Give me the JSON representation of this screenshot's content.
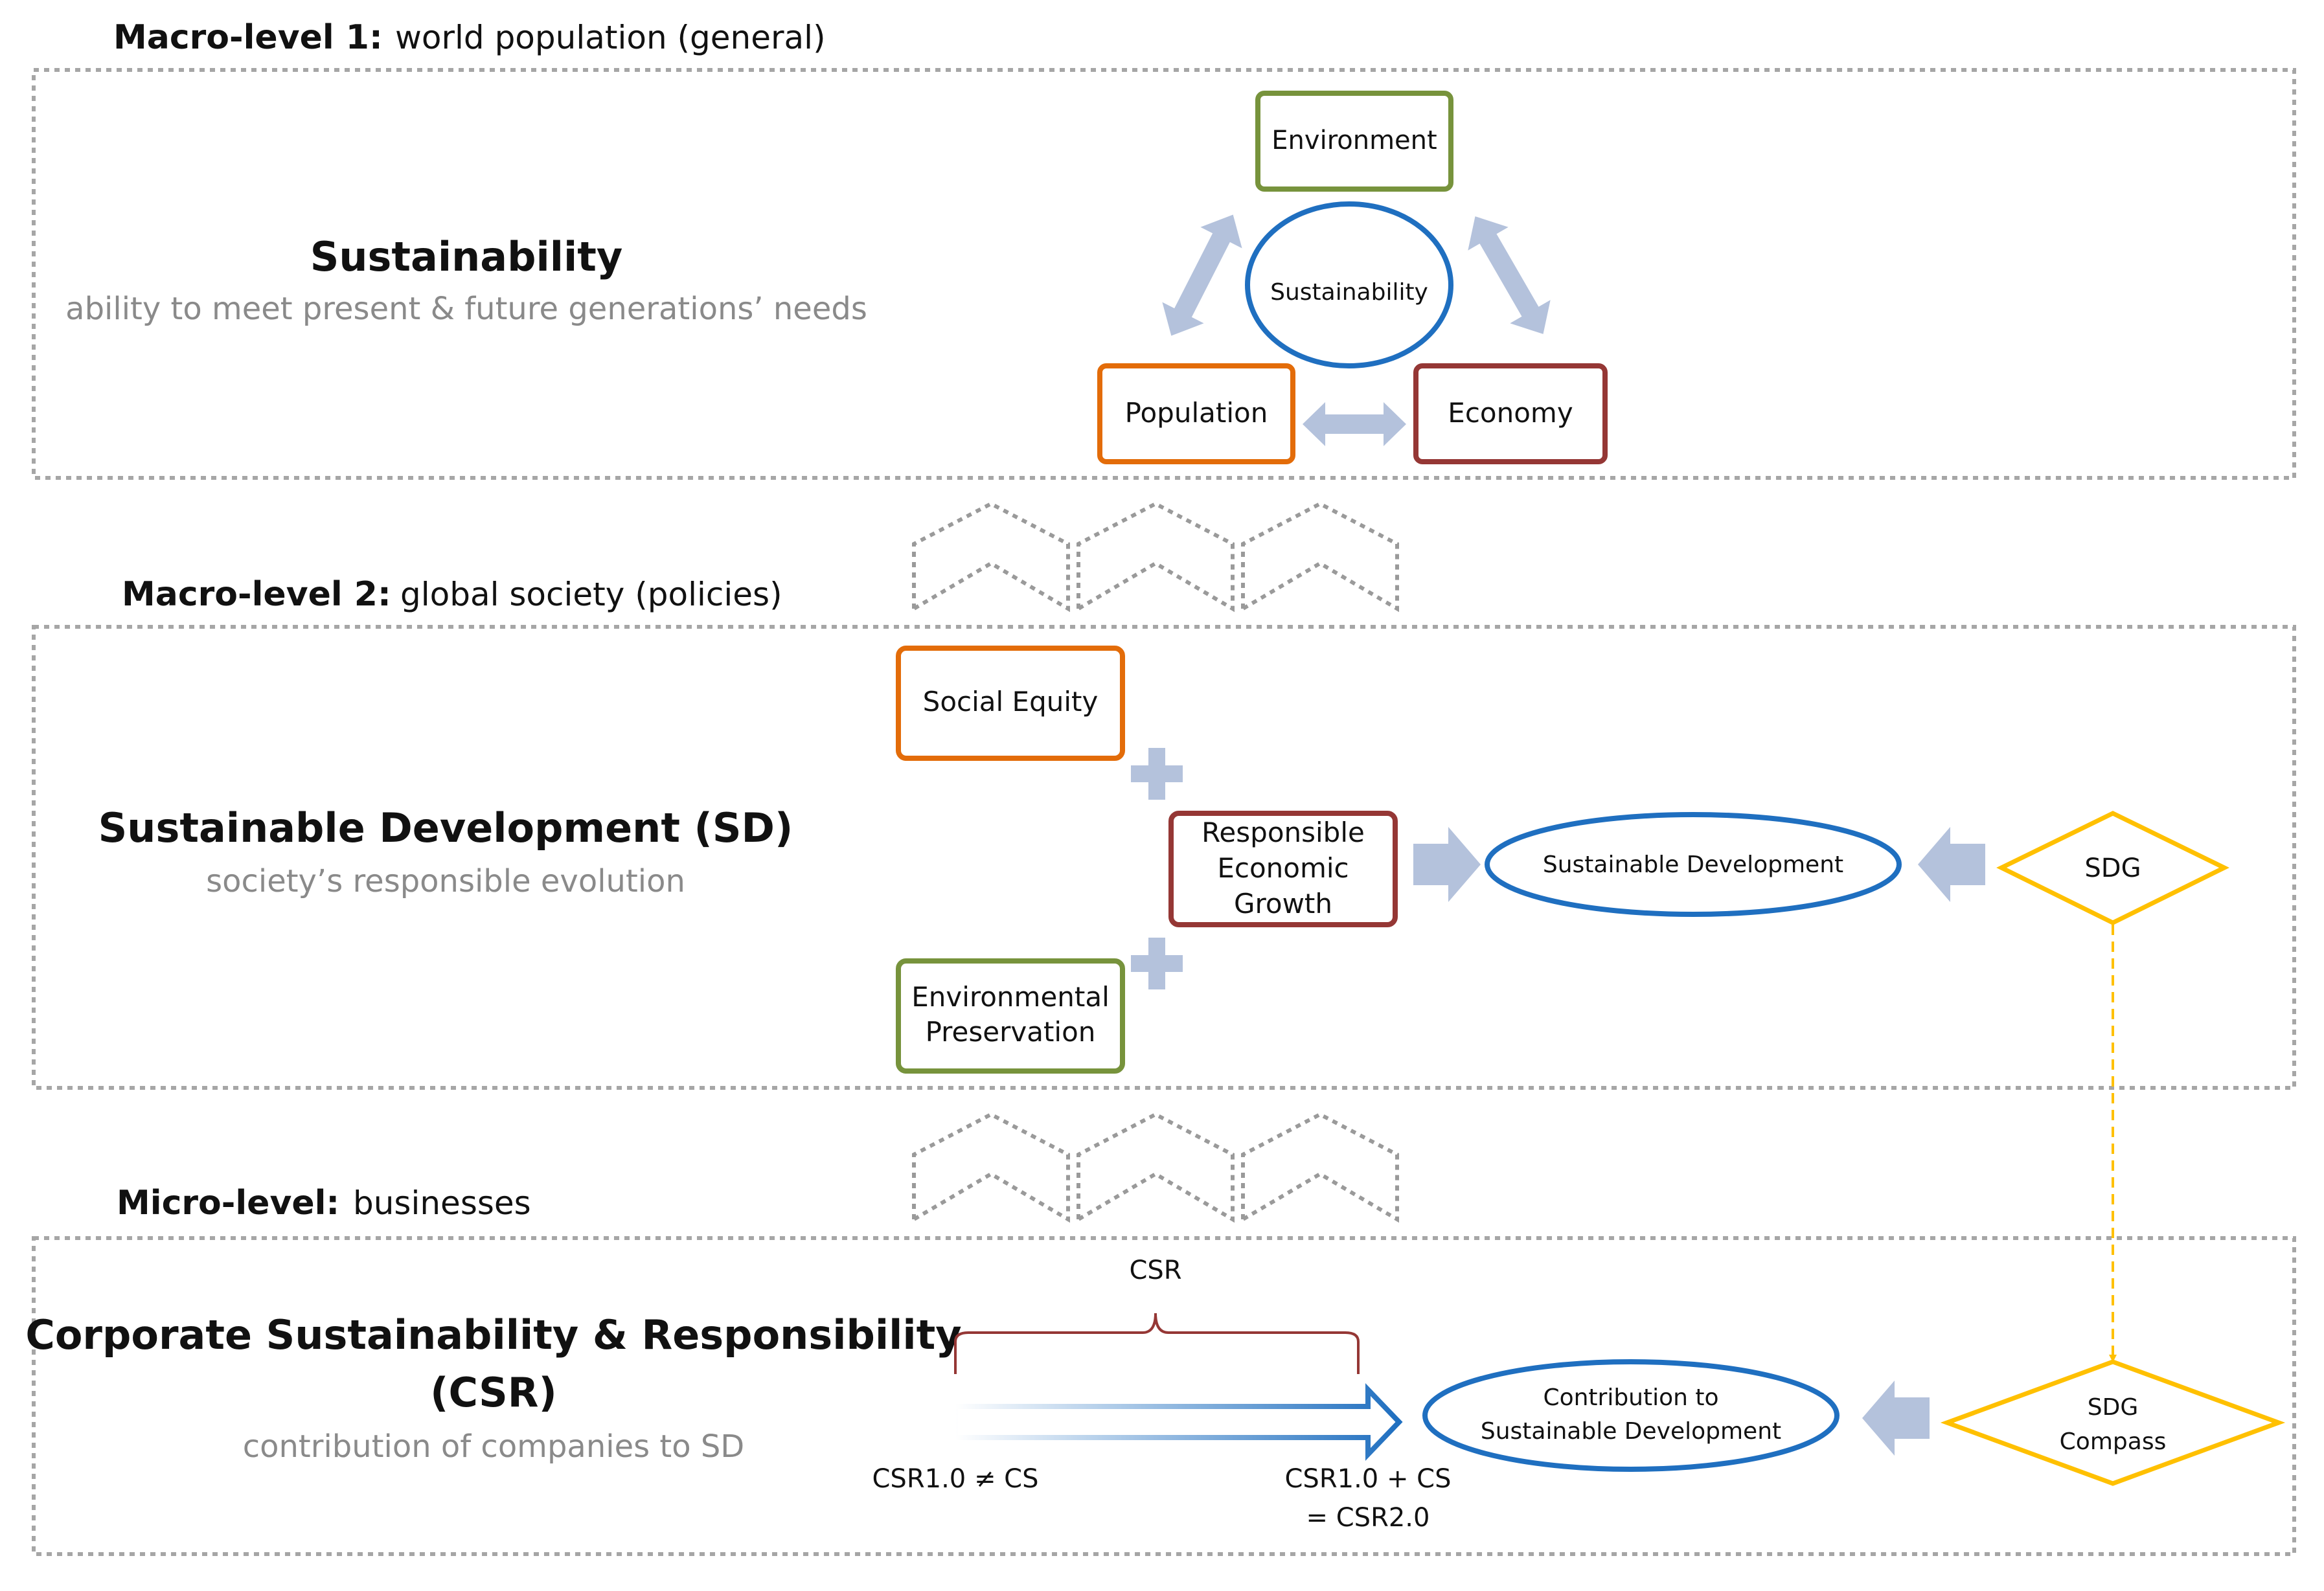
{
  "macro1": {
    "level_label": "Macro-level 1:",
    "level_desc": "world population (general)",
    "title": "Sustainability",
    "subtitle": "ability to meet present & future generations’ needs",
    "nodes": {
      "environment": "Environment",
      "center": "Sustainability",
      "population": "Population",
      "economy": "Economy"
    }
  },
  "macro2": {
    "level_label": "Macro-level 2:",
    "level_desc": "global society (policies)",
    "title": "Sustainable Development (SD)",
    "subtitle": "society’s responsible evolution",
    "nodes": {
      "social_equity": "Social Equity",
      "growth_line1": "Responsible",
      "growth_line2": "Economic",
      "growth_line3": "Growth",
      "env_line1": "Environmental",
      "env_line2": "Preservation",
      "center": "Sustainable Development",
      "sdg": "SDG"
    }
  },
  "micro": {
    "level_label": "Micro-level:",
    "level_desc": "businesses",
    "title_line1": "Corporate Sustainability & Responsibility",
    "title_line2": "(CSR)",
    "subtitle": "contribution of companies to SD",
    "csr_label": "CSR",
    "arrow_start_label": "CSR1.0 ≠ CS",
    "arrow_end_line1": "CSR1.0 + CS",
    "arrow_end_line2": "= CSR2.0",
    "center_line1": "Contribution to",
    "center_line2": "Sustainable Development",
    "compass_line1": "SDG",
    "compass_line2": "Compass"
  },
  "colors": {
    "green": "#77933c",
    "orange": "#e36c09",
    "dark_red": "#953735",
    "blue": "#1f6fc0",
    "gold": "#ffc000",
    "light_arrow": "#b4c2dc",
    "dotted": "#9a9a9a"
  }
}
